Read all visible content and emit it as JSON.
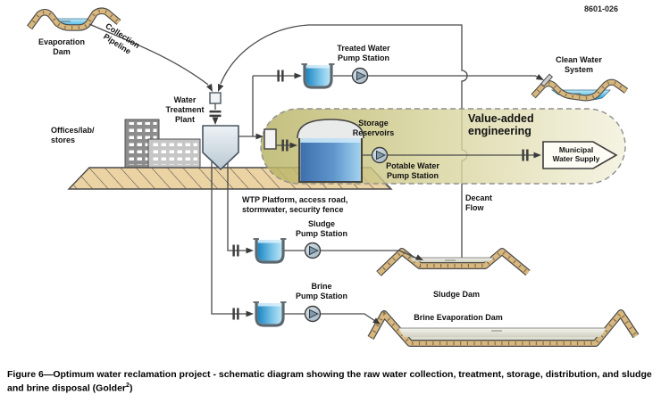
{
  "page_id": "8601-026",
  "labels": {
    "evaporation_dam": "Evaporation\nDam",
    "collection_pipeline": "Collection\nPipeline",
    "water_treatment_plant": "Water\nTreatment\nPlant",
    "offices": "Offices/lab/\nstores",
    "treated_water_pump_station": "Treated Water\nPump Station",
    "clean_water_system": "Clean Water\nSystem",
    "storage_reservoirs": "Storage\nReservoirs",
    "value_added_engineering": "Value-added\nengineering",
    "municipal_water_supply": "Municipal\nWater Supply",
    "potable_water_pump_station": "Potable Water\nPump Station",
    "wtp_platform": "WTP Platform, access road,\nstormwater, security fence",
    "decant_flow": "Decant\nFlow",
    "sludge_pump_station": "Sludge\nPump Station",
    "sludge_dam": "Sludge Dam",
    "brine_pump_station": "Brine\nPump Station",
    "brine_evaporation_dam": "Brine Evaporation Dam"
  },
  "caption": {
    "main": "Figure 6—Optimum water reclamation project - schematic diagram showing the raw water collection, treatment, storage, distribution, and sludge and brine disposal (Golder",
    "sup": "2",
    "close": ")"
  },
  "colors": {
    "pipe_line": "#4a4a4a",
    "water_dark": "#2d9fd6",
    "water_light": "#b7e6f7",
    "bank_tan": "#d9b87f",
    "platform_tan": "#ecd3a3",
    "value_added_olive": "#b7b263",
    "value_added_pale": "#f3f1dc",
    "tank_blue_dark": "#1d86c2",
    "storage_blue": "#3f6fae"
  }
}
